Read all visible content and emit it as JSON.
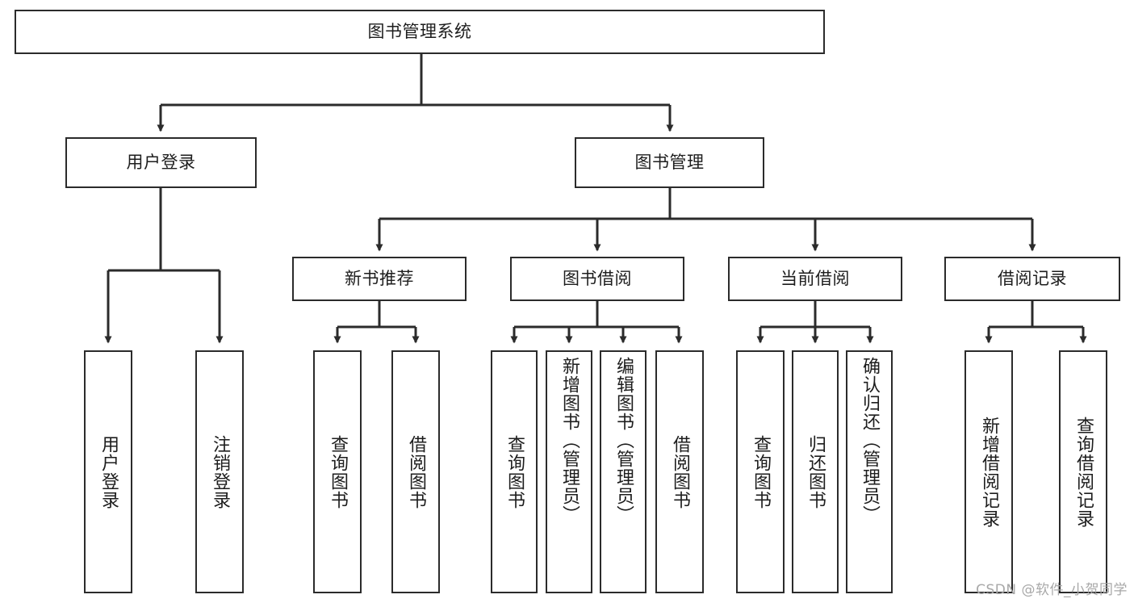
{
  "diagram": {
    "title": "图书管理系统",
    "type": "tree-hierarchy",
    "root": {
      "id": "root",
      "label": "图书管理系统",
      "orientation": "horizontal"
    },
    "level2": [
      {
        "id": "user-login",
        "label": "用户登录",
        "orientation": "horizontal"
      },
      {
        "id": "book-management",
        "label": "图书管理",
        "orientation": "horizontal"
      }
    ],
    "level3": [
      {
        "id": "new-book-recommend",
        "label": "新书推荐",
        "orientation": "horizontal"
      },
      {
        "id": "book-borrow",
        "label": "图书借阅",
        "orientation": "horizontal"
      },
      {
        "id": "current-borrow",
        "label": "当前借阅",
        "orientation": "horizontal"
      },
      {
        "id": "borrow-record",
        "label": "借阅记录",
        "orientation": "horizontal"
      }
    ],
    "leaves": [
      {
        "id": "leaf-user-login",
        "label": "用户登录",
        "parent": "user-login",
        "orientation": "vertical"
      },
      {
        "id": "leaf-user-logout",
        "label": "注销登录",
        "parent": "user-login",
        "orientation": "vertical"
      },
      {
        "id": "leaf-query-book-1",
        "label": "查询图书",
        "parent": "new-book-recommend",
        "orientation": "vertical"
      },
      {
        "id": "leaf-borrow-book-1",
        "label": "借阅图书",
        "parent": "new-book-recommend",
        "orientation": "vertical"
      },
      {
        "id": "leaf-query-book-2",
        "label": "查询图书",
        "parent": "book-borrow",
        "orientation": "vertical"
      },
      {
        "id": "leaf-add-book",
        "label": "新增图书（管理员）",
        "parent": "book-borrow",
        "orientation": "vertical"
      },
      {
        "id": "leaf-edit-book",
        "label": "编辑图书（管理员）",
        "parent": "book-borrow",
        "orientation": "vertical"
      },
      {
        "id": "leaf-borrow-book-2",
        "label": "借阅图书",
        "parent": "book-borrow",
        "orientation": "vertical"
      },
      {
        "id": "leaf-query-book-3",
        "label": "查询图书",
        "parent": "current-borrow",
        "orientation": "vertical"
      },
      {
        "id": "leaf-return-book",
        "label": "归还图书",
        "parent": "current-borrow",
        "orientation": "vertical"
      },
      {
        "id": "leaf-confirm-return",
        "label": "确认归还（管理员）",
        "parent": "current-borrow",
        "orientation": "vertical"
      },
      {
        "id": "leaf-add-record",
        "label": "新增借阅记录",
        "parent": "borrow-record",
        "orientation": "vertical"
      },
      {
        "id": "leaf-query-record",
        "label": "查询借阅记录",
        "parent": "borrow-record",
        "orientation": "vertical"
      }
    ],
    "colors": {
      "stroke": "#2b2b2b",
      "fill": "#ffffff",
      "text": "#1d1d1d",
      "watermark": "#a8a8a8"
    }
  },
  "watermark": {
    "text": "CSDN @软件_小贺同学"
  }
}
